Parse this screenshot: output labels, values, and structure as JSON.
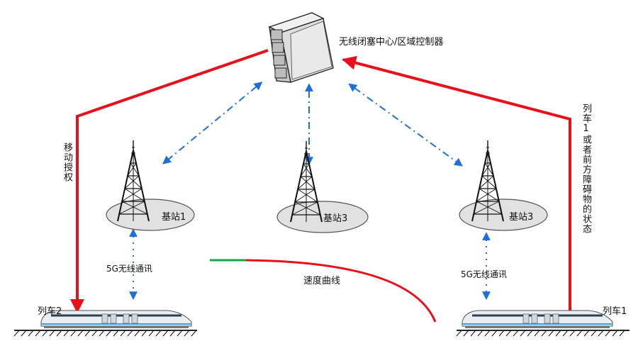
{
  "controller": {
    "label": "无线闭塞中心/区域控制器"
  },
  "stations": [
    {
      "label": "基站1"
    },
    {
      "label": "基站3"
    },
    {
      "label": "基站3"
    }
  ],
  "links": [
    {
      "label": "5G无线通讯"
    },
    {
      "label": "5G无线通讯"
    }
  ],
  "trains": [
    {
      "label": "列车2"
    },
    {
      "label": "列车1"
    }
  ],
  "movement_authority": {
    "label": "移动授权"
  },
  "train_status": {
    "label": "列车1或者前方障碍物的状态"
  },
  "speed_curve": {
    "label": "速度曲线"
  },
  "colors": {
    "authority_line": "#e8101a",
    "speed_curve_green": "#16a34a",
    "link_blue": "#1f6fd6",
    "rail": "#222222"
  }
}
